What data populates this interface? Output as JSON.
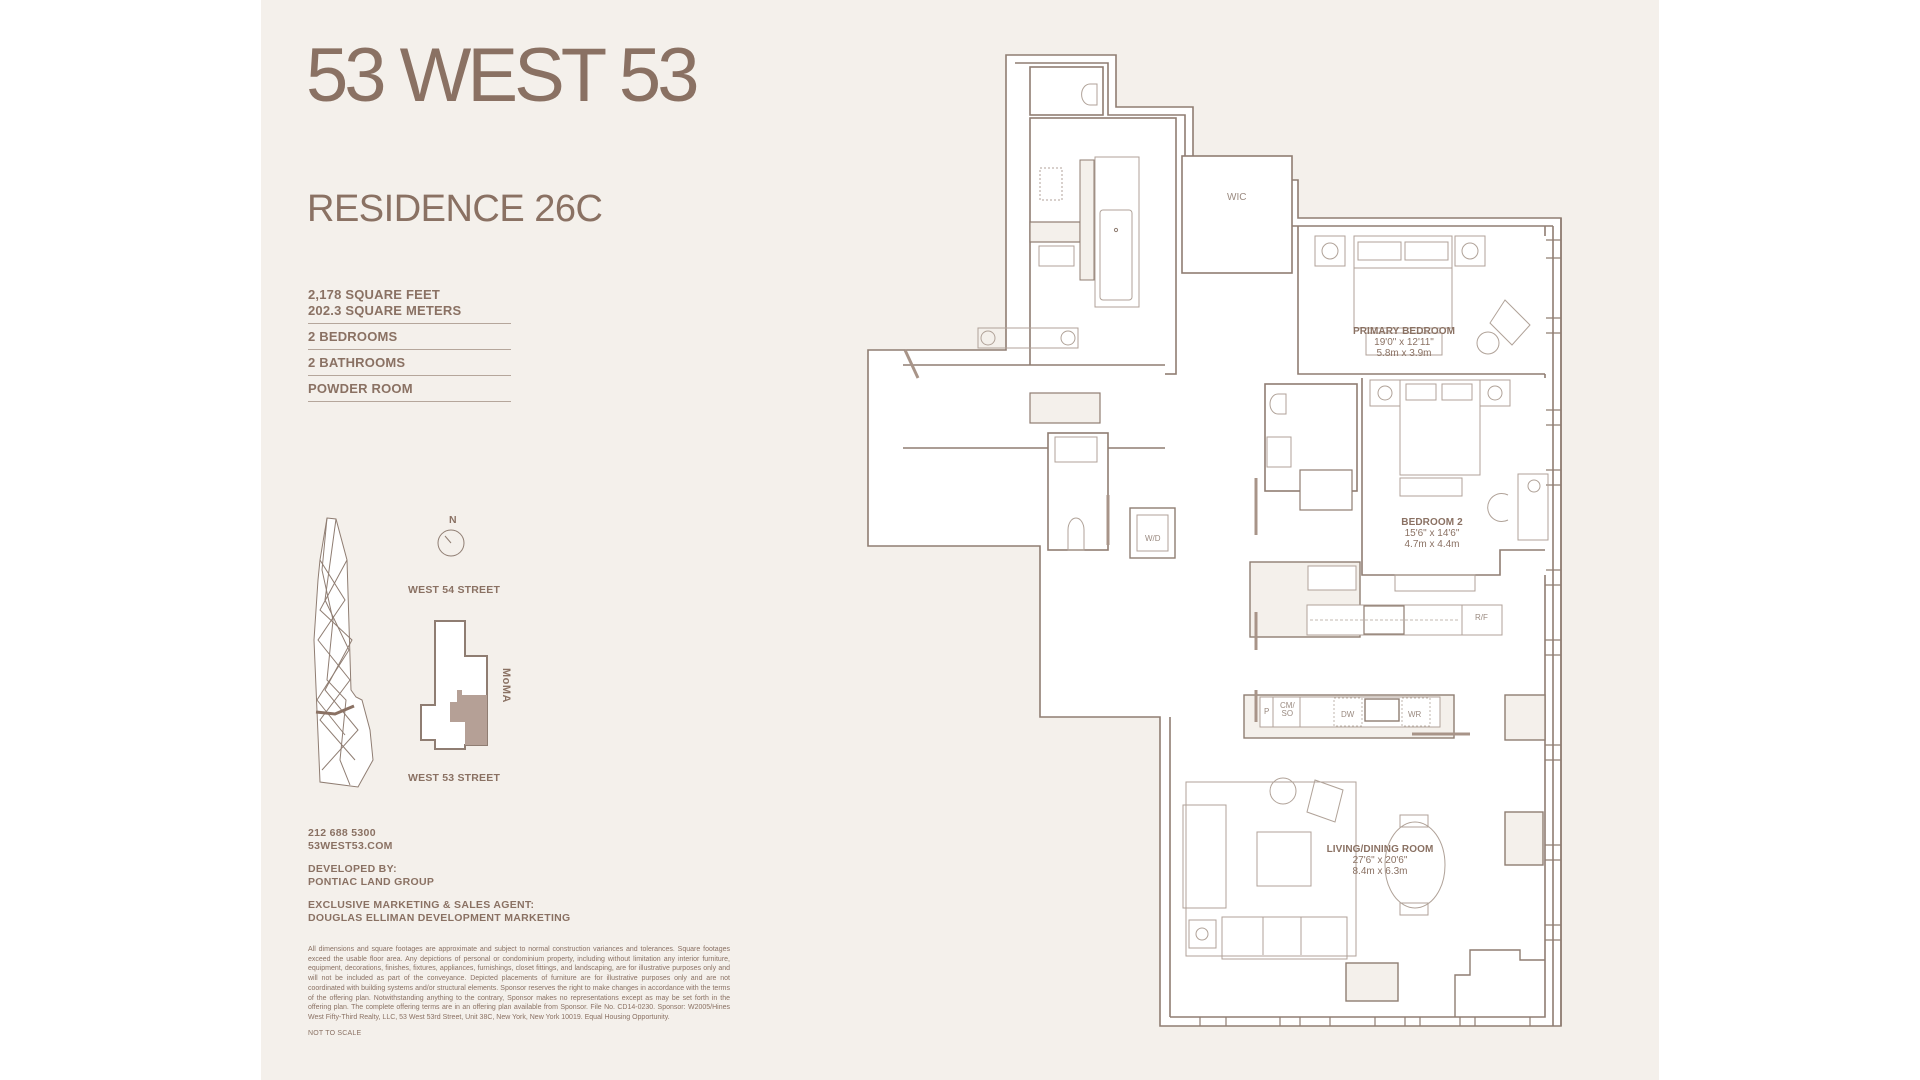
{
  "brand": {
    "title": "53 WEST 53"
  },
  "residence": {
    "title": "RESIDENCE 26C",
    "specs": [
      {
        "line1": "2,178 SQUARE FEET",
        "line2": "202.3 SQUARE METERS"
      },
      {
        "line1": "2 BEDROOMS"
      },
      {
        "line1": "2 BATHROOMS"
      },
      {
        "line1": "POWDER ROOM"
      }
    ]
  },
  "site_plan": {
    "compass_label": "N",
    "north_street": "WEST 54 STREET",
    "south_street": "WEST 53 STREET",
    "east_neighbor": "MoMA"
  },
  "contact": {
    "phone": "212 688 5300",
    "website": "53WEST53.COM",
    "developer_heading": "DEVELOPED BY:",
    "developer": "PONTIAC LAND GROUP",
    "agent_heading": "EXCLUSIVE MARKETING & SALES AGENT:",
    "agent": "DOUGLAS ELLIMAN DEVELOPMENT MARKETING"
  },
  "disclaimer": "All dimensions and square footages are approximate and subject to normal construction variances and tolerances. Square footages exceed the usable floor area. Any depictions of personal or condominium property, including without limitation any interior furniture, equipment, decorations, finishes, fixtures, appliances, furnishings, closet fittings, and landscaping, are for illustrative purposes only and will not be included as part of the conveyance. Depicted placements of furniture are for illustrative purposes only and are not coordinated with building systems and/or structural elements. Sponsor reserves the right to make changes in accordance with the terms of the offering plan. Notwithstanding anything to the contrary, Sponsor makes no representations except as may be set forth in the offering plan. The complete offering terms are in an offering plan available from Sponsor. File No. CD14-0230. Sponsor: W2005/Hines West Fifty-Third Realty, LLC, 53 West 53rd Street, Unit 38C, New York, New York 10019. Equal Housing Opportunity.",
  "not_to_scale": "NOT TO SCALE",
  "floor_plan": {
    "rooms": [
      {
        "name": "PRIMARY BEDROOM",
        "imperial": "19'0\" x 12'11\"",
        "metric": "5.8m x 3.9m"
      },
      {
        "name": "BEDROOM 2",
        "imperial": "15'6\" x 14'6\"",
        "metric": "4.7m x 4.4m"
      },
      {
        "name": "LIVING/DINING ROOM",
        "imperial": "27'6\" x 20'6\"",
        "metric": "8.4m x 6.3m"
      }
    ],
    "fixture_labels": {
      "wic": "WIC",
      "wd": "W/D",
      "rf": "R/F",
      "pantry": "P",
      "cmso": "CM/\nSO",
      "dw": "DW",
      "wr": "WR"
    }
  },
  "colors": {
    "page_background": "#f4f0eb",
    "text": "#8a7163",
    "wall_line": "#8f7d72",
    "site_highlight": "#b5a096"
  }
}
